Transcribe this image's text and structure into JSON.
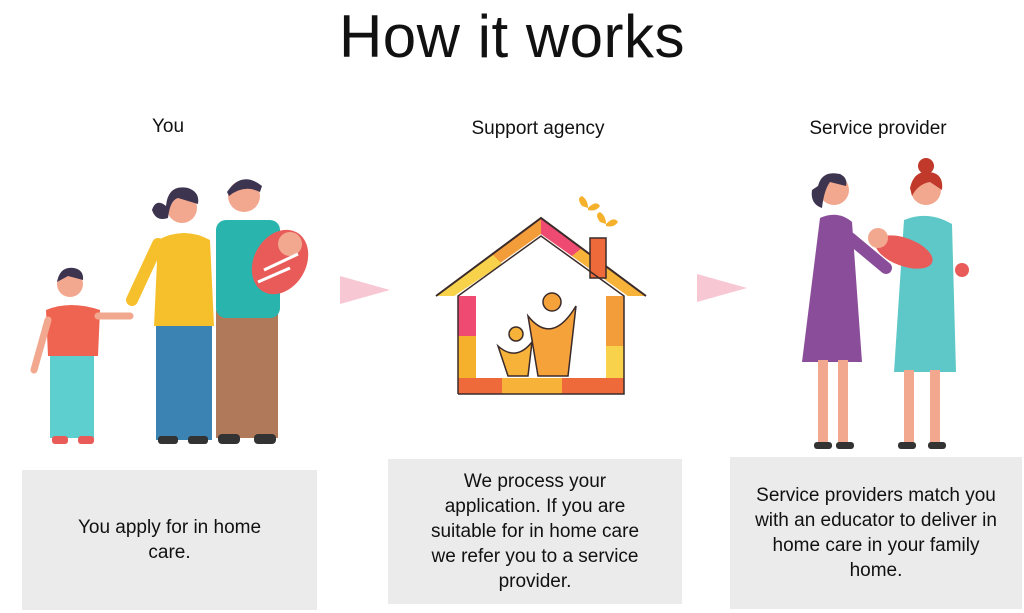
{
  "page": {
    "title": "How it works"
  },
  "steps": [
    {
      "label": "You",
      "description": "You apply for in home care.",
      "icon": "family-illustration"
    },
    {
      "label": "Support agency",
      "description": "We process your application. If you are suitable for in home care we refer you to a service provider.",
      "icon": "house-family-logo"
    },
    {
      "label": "Service provider",
      "description": "Service providers match you with an educator to deliver in home care in your family home.",
      "icon": "caregivers-with-baby-illustration"
    }
  ],
  "colors": {
    "arrow": "#f7c8d4",
    "card_background": "#ebebeb"
  }
}
